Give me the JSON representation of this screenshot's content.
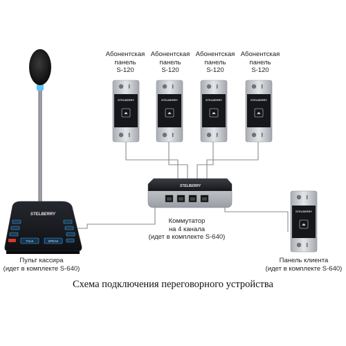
{
  "panels": [
    {
      "l1": "Абонентская",
      "l2": "панель",
      "l3": "S-120"
    },
    {
      "l1": "Абонентская",
      "l2": "панель",
      "l3": "S-120"
    },
    {
      "l1": "Абонентская",
      "l2": "панель",
      "l3": "S-120"
    },
    {
      "l1": "Абонентская",
      "l2": "панель",
      "l3": "S-120"
    }
  ],
  "brand": "STELBERRY",
  "switch": {
    "l1": "Коммутатор",
    "l2": "на 4 канала",
    "l3": "(идет в комплекте S-640)"
  },
  "console": {
    "l1": "Пульт кассира",
    "l2": "(идет в комплекте S-640)",
    "btn_left": "TALK",
    "btn_right": "SPEAK"
  },
  "client": {
    "l1": "Панель клиента",
    "l2": "(идет в комплекте S-640)"
  },
  "caption": "Схема подключения переговорного устройства",
  "colors": {
    "accent_blue": "#4fb8ff",
    "device_dark": "#1d1f24",
    "panel_silver": "#c9ccd1",
    "cable": "#8a8a8a",
    "led_red": "#d23a2a"
  }
}
